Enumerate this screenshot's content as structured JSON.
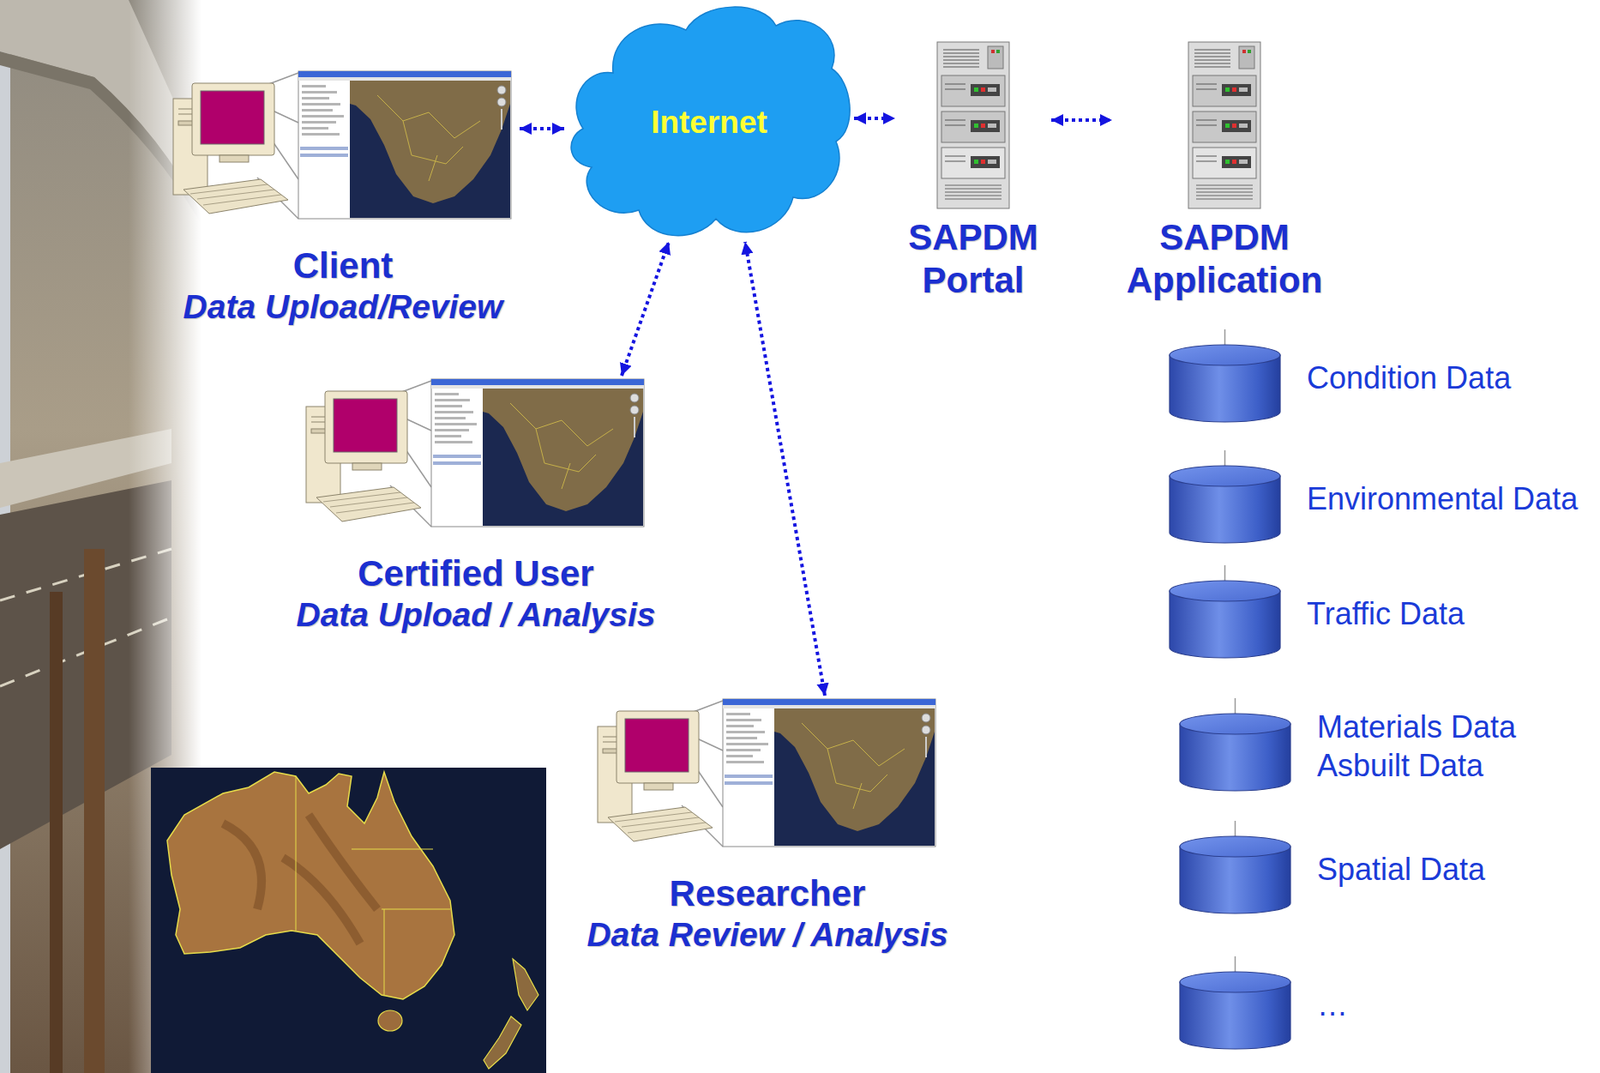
{
  "diagram": {
    "nodes": [
      {
        "text": [
          "Client",
          "Data Upload/Review"
        ]
      },
      {
        "text": [
          "Internet"
        ]
      },
      {
        "text": [
          "SAPDM Portal"
        ]
      },
      {
        "text": [
          "SAPDM Application"
        ]
      },
      {
        "text": [
          "Certified User",
          "Data Upload / Analysis"
        ]
      },
      {
        "text": [
          "Researcher",
          "Data Review / Analysis"
        ]
      },
      {
        "text": [
          "Condition Data"
        ]
      },
      {
        "text": [
          "Environmental Data"
        ]
      },
      {
        "text": [
          "Traffic Data"
        ]
      },
      {
        "text": [
          "Materials Data",
          "Asbuilt Data"
        ]
      },
      {
        "text": [
          "Spatial Data"
        ]
      },
      {
        "text": [
          "…"
        ]
      }
    ],
    "edges": [
      {
        "from": 0,
        "to": 1,
        "arrow": "both"
      },
      {
        "from": 1,
        "to": 2,
        "arrow": "both"
      },
      {
        "from": 2,
        "to": 3,
        "arrow": "both"
      },
      {
        "from": 4,
        "to": 1,
        "arrow": "both"
      },
      {
        "from": 5,
        "to": 1,
        "arrow": "both"
      }
    ]
  }
}
